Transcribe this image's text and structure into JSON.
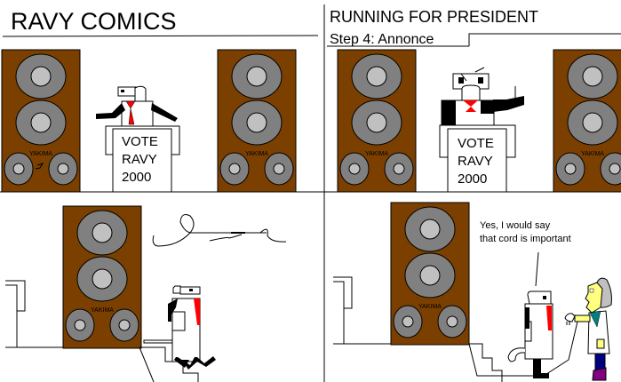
{
  "comic": {
    "series_title": "RAVY COMICS",
    "episode_title": "RUNNING FOR PRESIDENT",
    "step_label": "Step 4: Annonce"
  },
  "panels": [
    {
      "id": "panel-1",
      "speaker_brand": "YAKIMA",
      "podium_sign": [
        "VOTE",
        "RAVY",
        "2000"
      ]
    },
    {
      "id": "panel-2",
      "speaker_brand": "YAKIMA",
      "podium_sign": [
        "VOTE",
        "RAVY",
        "2000"
      ]
    },
    {
      "id": "panel-3",
      "speaker_brand": "YAKIMA"
    },
    {
      "id": "panel-4",
      "speaker_brand": "YAKIMA",
      "speech_lines": [
        "Yes, I would say",
        "that cord is important"
      ]
    }
  ],
  "colors": {
    "speaker_wood": "#7b3f00",
    "speaker_cone": "#808080",
    "speaker_center": "#c0c0c0",
    "tie_red": "#ff0000",
    "skin_yellow": "#ffff80",
    "teal": "#008080",
    "pants_blue": "#000080",
    "shoe_purple": "#800080",
    "hair_gray": "#c0c0c0"
  }
}
